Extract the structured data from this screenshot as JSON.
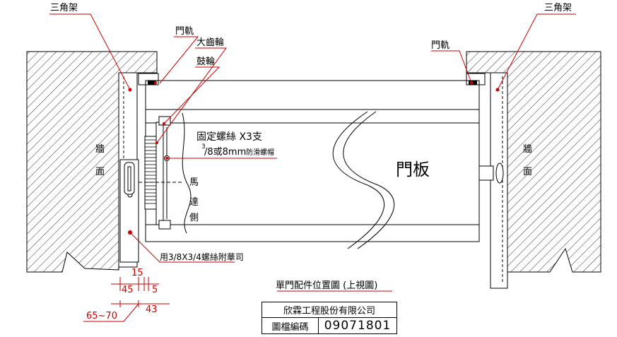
{
  "labels": {
    "triangle_frame_left": "三角架",
    "triangle_frame_right": "三角架",
    "door_rail_left": "門軌",
    "door_rail_right": "門軌",
    "big_gear": "大齒輪",
    "drum_wheel": "鼓輪",
    "screw_note_1": "固定螺絲 X3支",
    "screw_note_2a": "3",
    "screw_note_2b": "/8或8mm",
    "screw_note_2c": "防滑螺帽",
    "door_panel": "門板",
    "wall_left_1": "牆",
    "wall_left_2": "面",
    "wall_right_1": "牆",
    "wall_right_2": "面",
    "motor_1": "馬",
    "motor_2": "達",
    "motor_3": "側",
    "bolt_note": "用3/8X3/4螺絲附華司"
  },
  "dimensions": {
    "d15": "15",
    "d45": "45",
    "d5": "5",
    "d65_70": "65~70",
    "d43": "43"
  },
  "title_block": {
    "drawing_title": "單門配件位置圖 (上視圖)",
    "company": "欣霖工程股份有限公司",
    "code_label": "圖檔編碼",
    "code_value": "09071801"
  },
  "colors": {
    "annotation": "#cc0000",
    "lines": "#000000"
  }
}
